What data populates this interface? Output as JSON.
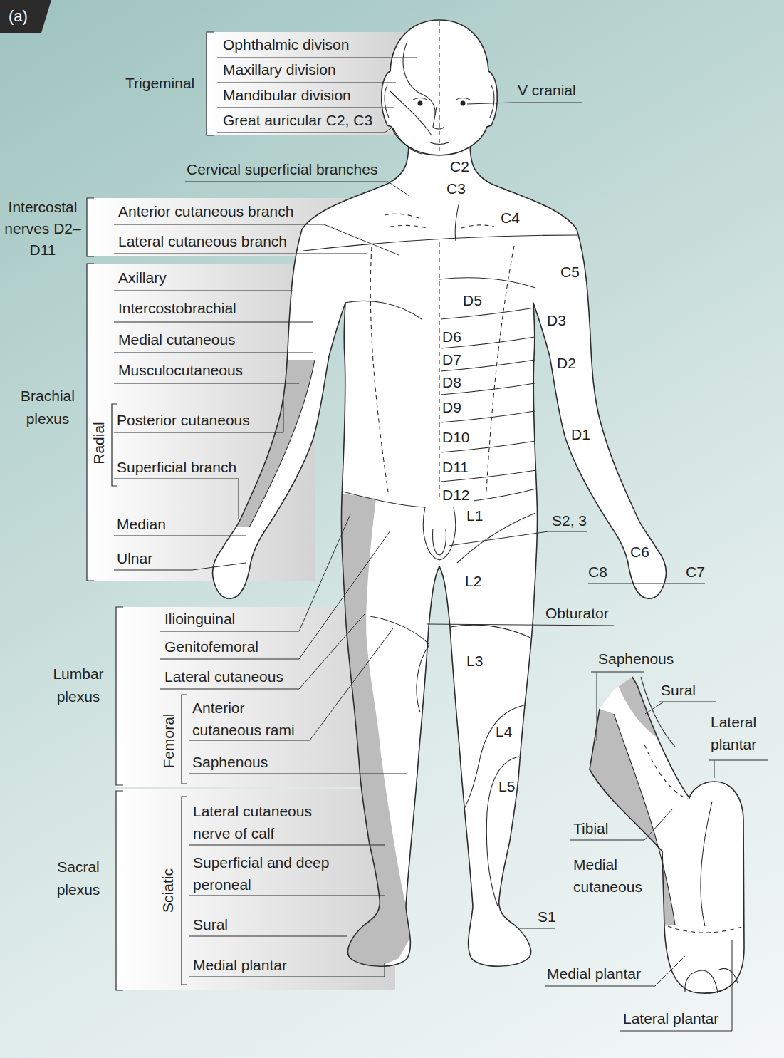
{
  "diagram": {
    "nodes": [
      {
        "text": [
          "(a)"
        ]
      }
    ],
    "labels": [
      "Trigeminal",
      "Ophthalmic divison",
      "Maxillary division",
      "Mandibular division",
      "Great auricular C2, C3",
      "V cranial",
      "C2",
      "Cervical superficial branches",
      "C3",
      "Intercostal nerves D2–D11",
      "Anterior cutaneous branch",
      "C4",
      "Lateral cutaneous branch",
      "C5",
      "Axillary",
      "D5",
      "Intercostobrachial",
      "D3",
      "D6",
      "Medial cutaneous",
      "D7",
      "D2",
      "Musculocutaneous",
      "D8",
      "Brachial plexus",
      "D9",
      "Posterior cutaneous",
      "Radial",
      "D1",
      "D10",
      "Superficial branch",
      "D11",
      "D12",
      "L1",
      "S2, 3",
      "Median",
      "C6",
      "Ulnar",
      "C8",
      "C7",
      "L2",
      "Obturator",
      "Ilioinguinal",
      "Genitofemoral",
      "Saphenous",
      "L3",
      "Lumbar plexus",
      "Lateral cutaneous",
      "Sural",
      "Anterior cutaneous rami",
      "Lateral plantar",
      "L4",
      "Femoral",
      "Saphenous",
      "L5",
      "Lateral cutaneous nerve of calf",
      "Tibial",
      "Superficial and deep peroneal",
      "Sacral plexus",
      "Medial cutaneous",
      "Sciatic",
      "S1",
      "Sural",
      "Medial plantar",
      "Medial plantar",
      "Lateral plantar"
    ]
  }
}
